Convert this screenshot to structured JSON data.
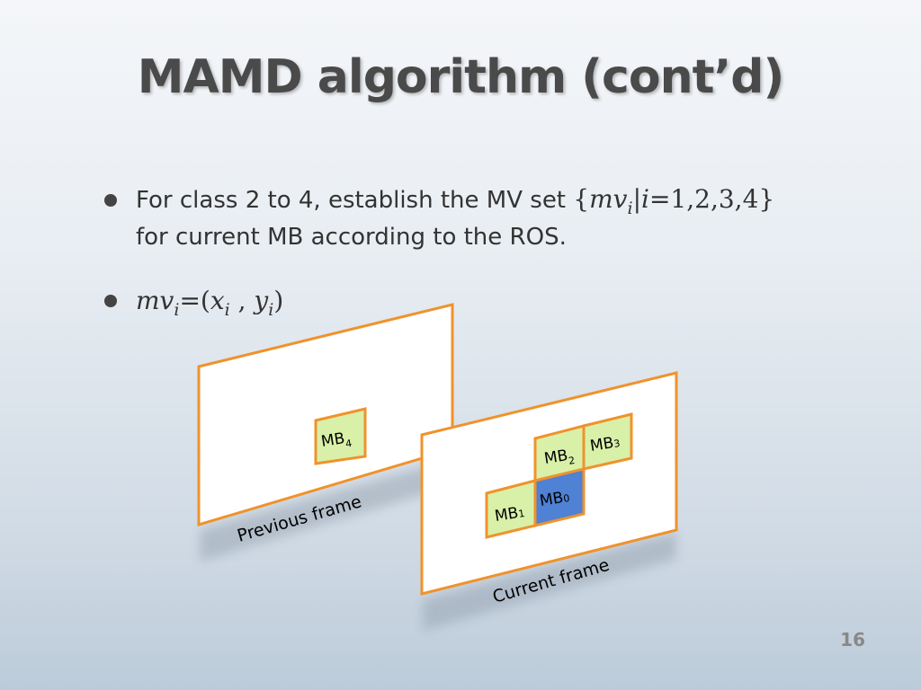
{
  "title": "MAMD algorithm (cont’d)",
  "bullets": {
    "b1_prefix": "For class 2 to 4, establish the MV set ",
    "b1_set_open": "{",
    "b1_set_var": "mv",
    "b1_set_sub": "i",
    "b1_set_bar": "|",
    "b1_set_i": "i",
    "b1_set_rest": "=1,2,3,4}",
    "b1_line2": "for current MB according to the ROS.",
    "b2_var": "mv",
    "b2_sub": "i",
    "b2_eq": "=(",
    "b2_x": "x",
    "b2_xsub": "i",
    "b2_sep": " , ",
    "b2_y": "y",
    "b2_ysub": "i",
    "b2_close": ")"
  },
  "diagram": {
    "previous_frame_label": "Previous frame",
    "current_frame_label": "Current frame",
    "mb_prefix": "MB",
    "mb4_sub": "4",
    "mb2_sub": "2",
    "mb3_sub": "3",
    "mb1_sub": "1",
    "mb0_sub": "0"
  },
  "colors": {
    "frame_border": "#f0922c",
    "mb_fill": "#d8f0a8",
    "mb0_fill": "#4f81d4"
  },
  "page_number": "16"
}
